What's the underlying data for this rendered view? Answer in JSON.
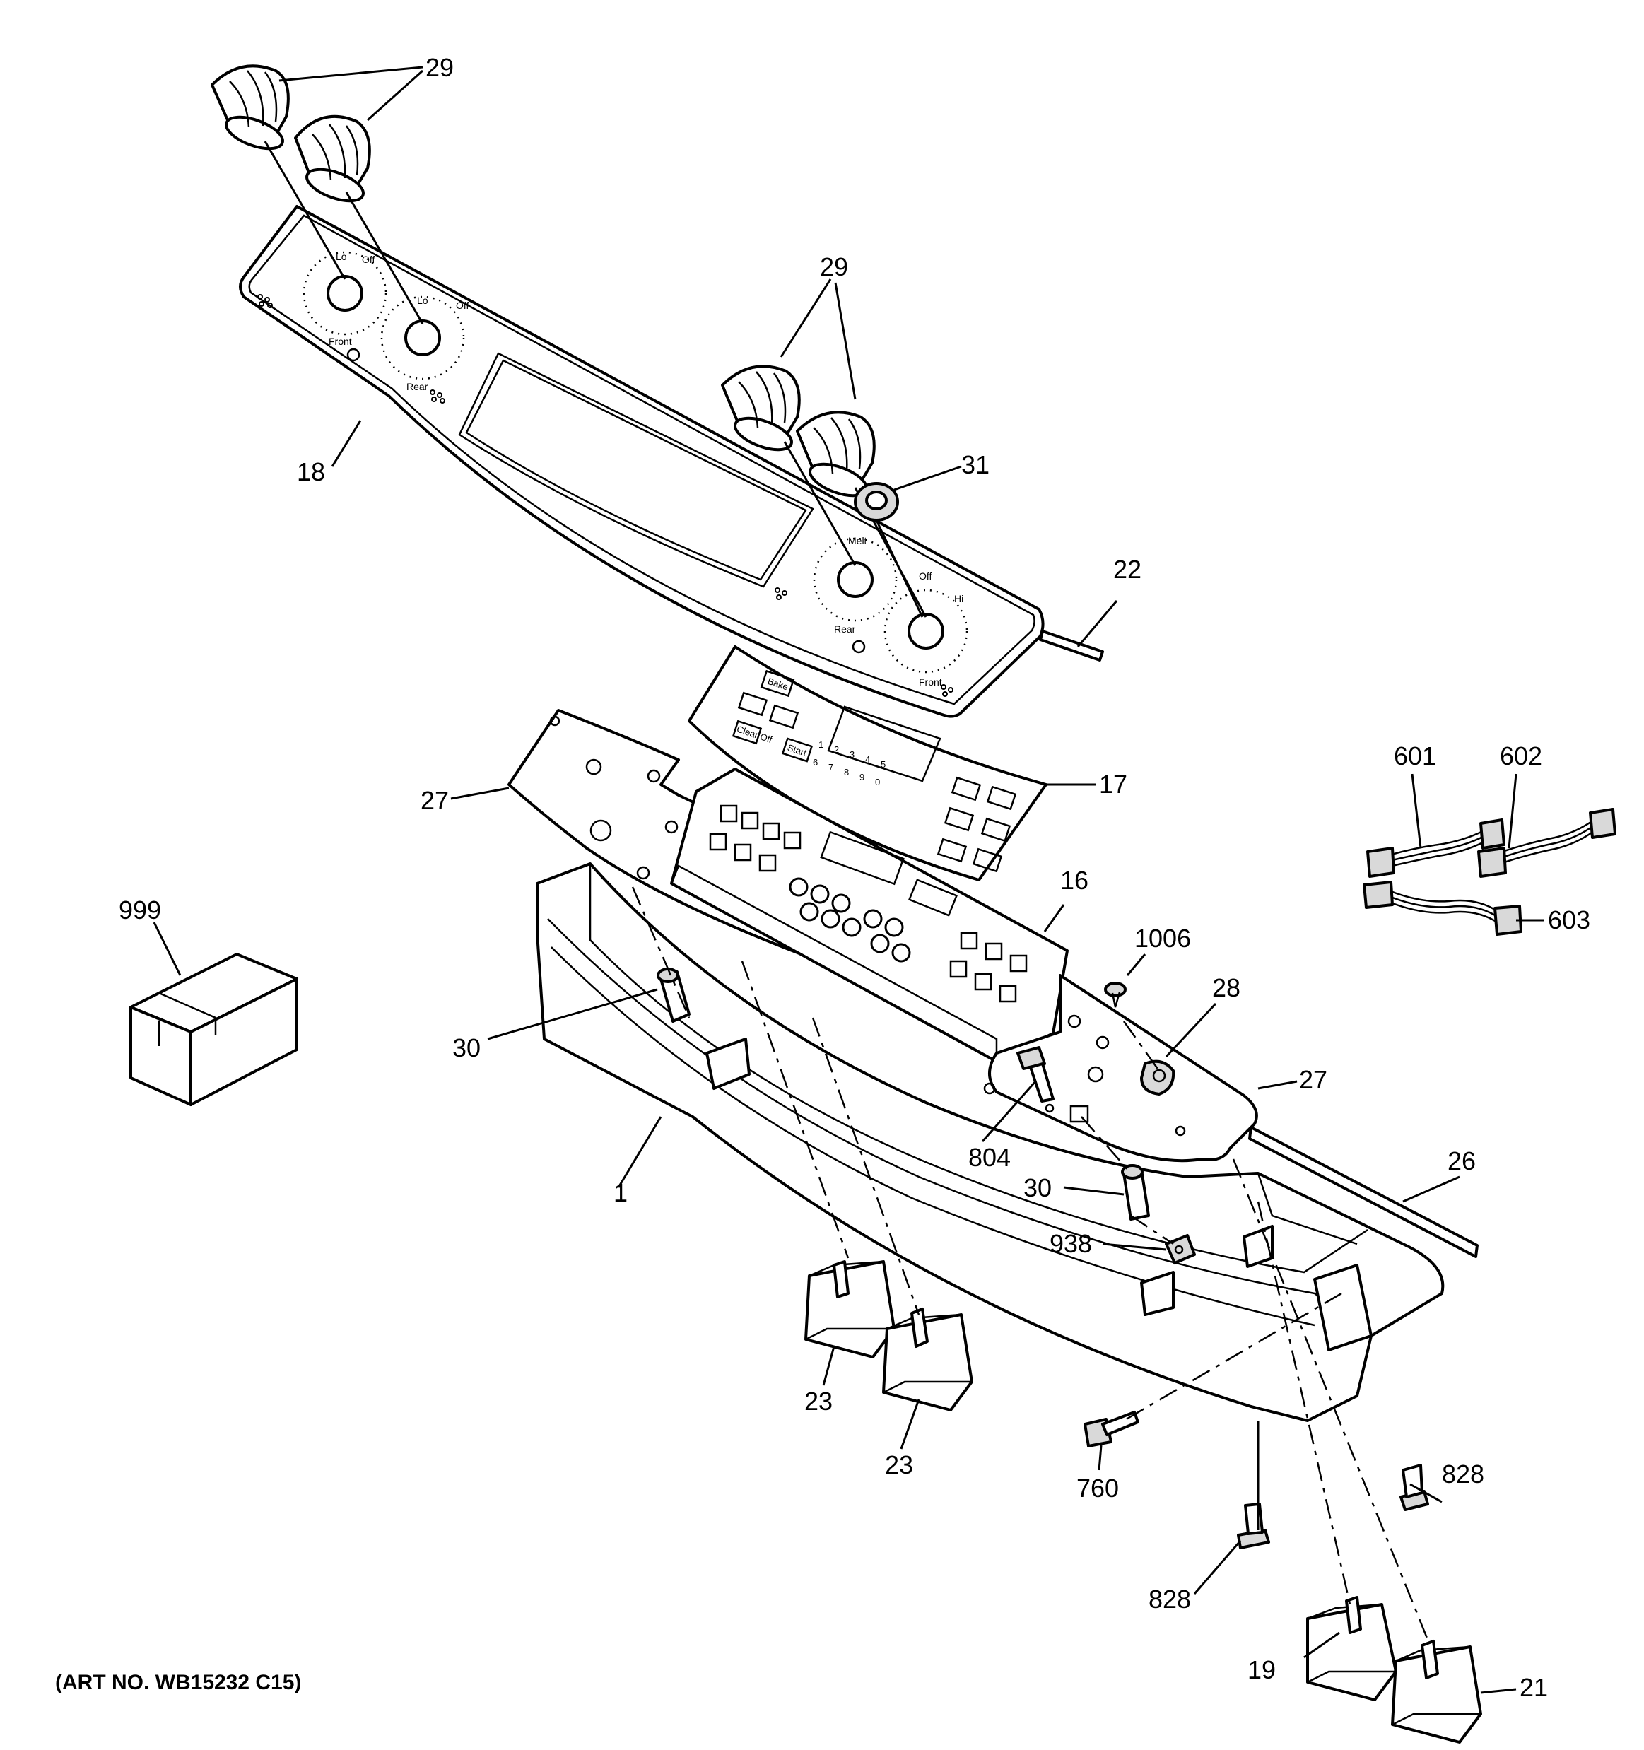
{
  "caption": "(ART NO. WB15232 C15)",
  "callouts": {
    "knob_pair_left": "29",
    "knob_pair_right": "29",
    "backguard_panel": "18",
    "gasket_cap": "31",
    "trim_strip_top": "22",
    "touch_overlay": "17",
    "mounting_plate_left": "27",
    "mounting_plate_right": "27",
    "control_board": "16",
    "harness_601": "601",
    "harness_602": "602",
    "harness_603": "603",
    "literature_box": "999",
    "indicator_light_left": "30",
    "indicator_light_right": "30",
    "screw_1006": "1006",
    "grommet_28": "28",
    "screw_804": "804",
    "manifold_panel": "1",
    "trim_strip_bottom": "26",
    "clip_938": "938",
    "switch_23a": "23",
    "switch_23b": "23",
    "screw_760": "760",
    "screw_828a": "828",
    "screw_828b": "828",
    "switch_19": "19",
    "switch_21": "21"
  },
  "panel_labels": {
    "lo": "Lo",
    "off": "Off",
    "hi": "Hi",
    "melt": "Melt",
    "rear": "Rear",
    "front": "Front",
    "bake": "Bake",
    "start": "Start",
    "clear_off": "Clear Off"
  },
  "keypad_digits": [
    "1",
    "2",
    "3",
    "4",
    "5",
    "6",
    "7",
    "8",
    "9",
    "0"
  ]
}
